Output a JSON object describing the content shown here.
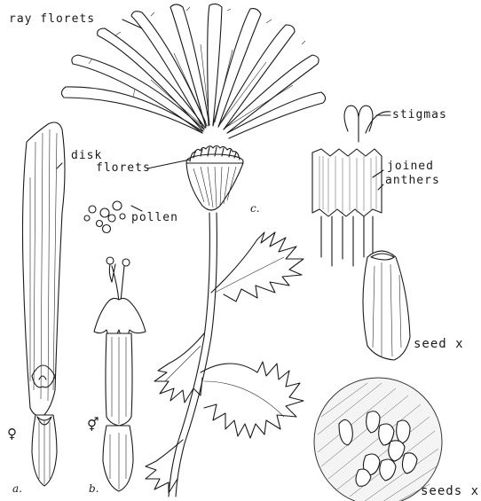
{
  "labels": {
    "ray_florets": "ray florets",
    "disk_florets_line1": "disk",
    "disk_florets_line2": "florets",
    "pollen": "pollen",
    "stigmas": "stigmas",
    "joined_anthers_line1": "joined",
    "joined_anthers_line2": "anthers",
    "seed": "seed x",
    "seeds": "seeds x",
    "fig_a": "a.",
    "fig_b": "b.",
    "fig_c": "c.",
    "female_symbol": "♀",
    "bisexual_symbol": "⚥"
  }
}
